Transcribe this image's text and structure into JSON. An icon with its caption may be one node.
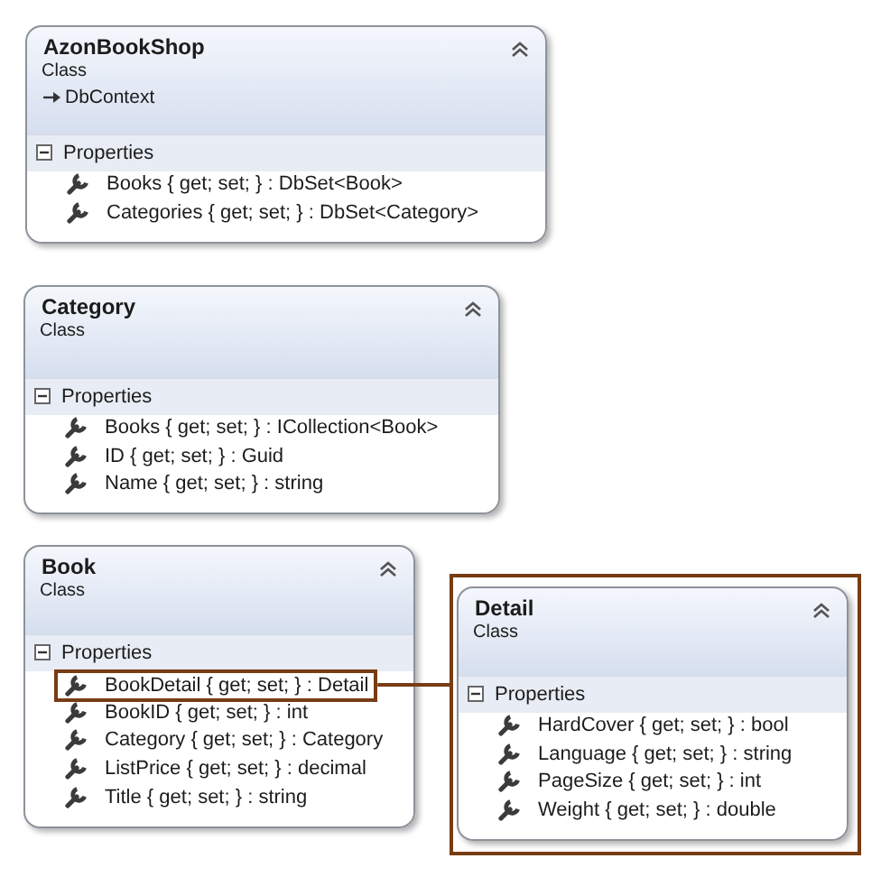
{
  "diagram": {
    "nodes": [
      {
        "text": [
          "AzonBookShop",
          "Class",
          "DbContext",
          "Properties",
          "Books { get; set; } : DbSet<Book>",
          "Categories { get; set; } : DbSet<Category>"
        ]
      },
      {
        "text": [
          "Category",
          "Class",
          "Properties",
          "Books { get; set; } : ICollection<Book>",
          "ID { get; set; } : Guid",
          "Name { get; set; } : string"
        ]
      },
      {
        "text": [
          "Book",
          "Class",
          "Properties",
          "BookID { get; set; } : int",
          "Category { get; set; } : Category",
          "ListPrice { get; set; } : decimal",
          "Title { get; set; } : string"
        ]
      },
      {
        "text": [
          "BookDetail { get; set; } : Detail"
        ],
        "in": 2
      },
      {
        "text": [],
        "shape": "box"
      },
      {
        "text": [
          "Detail",
          "Class",
          "Properties",
          "HardCover { get; set; } : bool",
          "Language { get; set; } : string",
          "PageSize { get; set; } : int",
          "Weight { get; set; } : double"
        ],
        "in": 4
      }
    ],
    "edges": [
      {
        "from": 3,
        "to": 4,
        "arrow": "none",
        "color": "#783c14"
      }
    ]
  }
}
